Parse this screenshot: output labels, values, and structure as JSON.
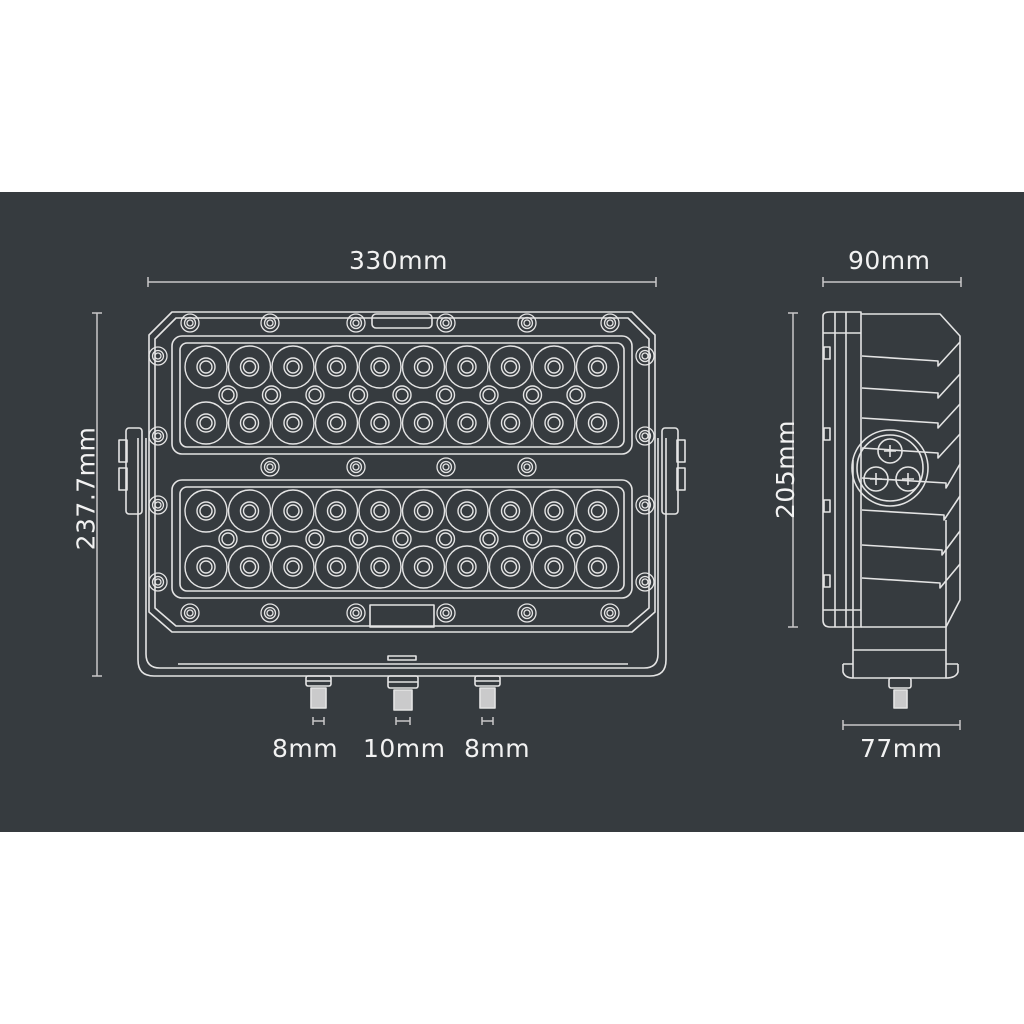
{
  "figure": {
    "type": "dimension-drawing",
    "subject": "LED work light with mounting bracket",
    "background_color": "#363b3f",
    "line_color": "#e6e6e6",
    "text_color": "#f2f2f2"
  },
  "front_view": {
    "width_label": "330mm",
    "height_label": "237.7mm",
    "led_rows_per_module": [
      10,
      9,
      10
    ],
    "modules": 2
  },
  "side_view": {
    "depth_label": "90mm",
    "height_label": "205mm",
    "base_label": "77mm"
  },
  "bolts": [
    {
      "label": "8mm"
    },
    {
      "label": "10mm"
    },
    {
      "label": "8mm"
    }
  ]
}
